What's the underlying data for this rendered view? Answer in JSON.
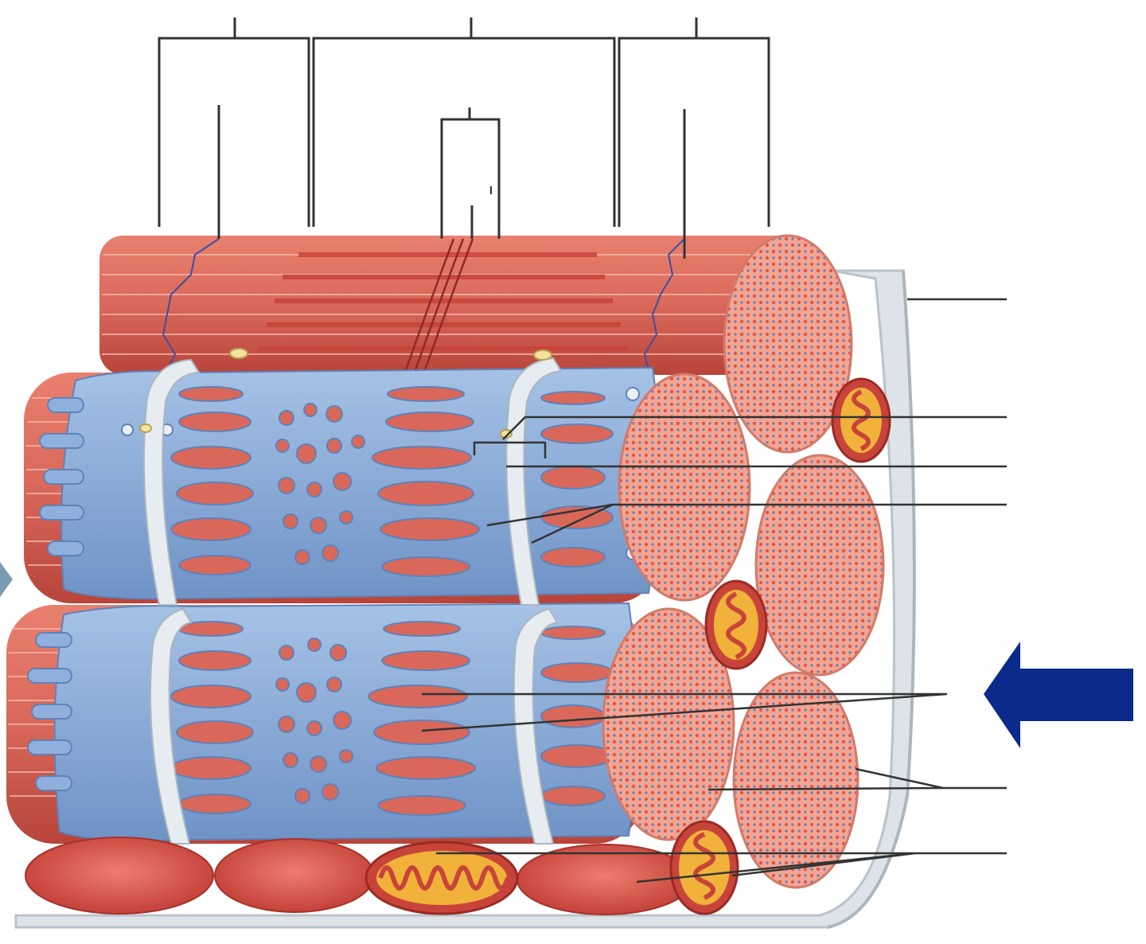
{
  "diagram": {
    "subject": "skeletal-muscle-fiber-sarcoplasmic-reticulum-t-tubules",
    "labels": [],
    "label_line_count": 9,
    "bracket_count": 4,
    "pointer_arrow": "left-pointing",
    "colors": {
      "myofibril": "#d9685a",
      "myofibril_dark": "#b8443a",
      "myofibril_light": "#f2b2a4",
      "sarcoplasmic_reticulum": "#8fb0dc",
      "sr_dark": "#5f82b8",
      "t_tubule": "#e6ecf0",
      "sarcolemma": "#dde3e8",
      "mitochondria_outer": "#c8443a",
      "mitochondria_inner": "#f0b23a",
      "leader_line": "#333333",
      "arrow": "#0a2a8c",
      "side_arrow": "#7c9bb0"
    }
  }
}
